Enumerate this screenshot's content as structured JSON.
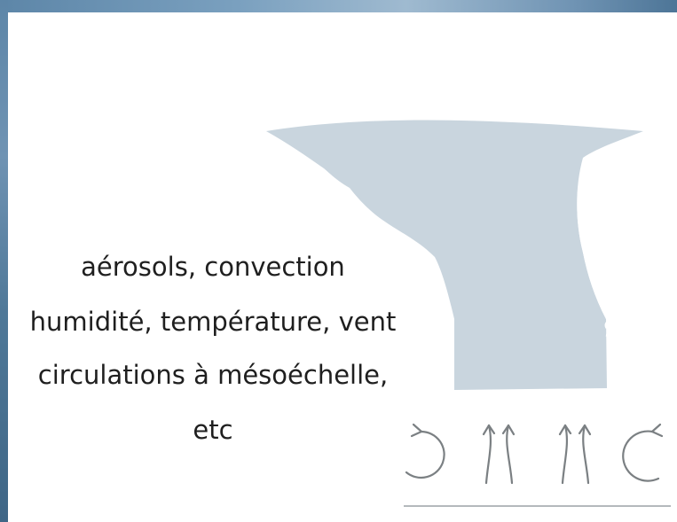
{
  "labels": {
    "line1": "aérosols, convection",
    "line2": "humidité, température, vent",
    "line3": "circulations à mésoéchelle,",
    "line4": "etc"
  },
  "colors": {
    "cloud": "#c9d5de",
    "arrow": "#7b8083",
    "ground_line": "#b4b9bc",
    "frame": "#6f93b3"
  }
}
